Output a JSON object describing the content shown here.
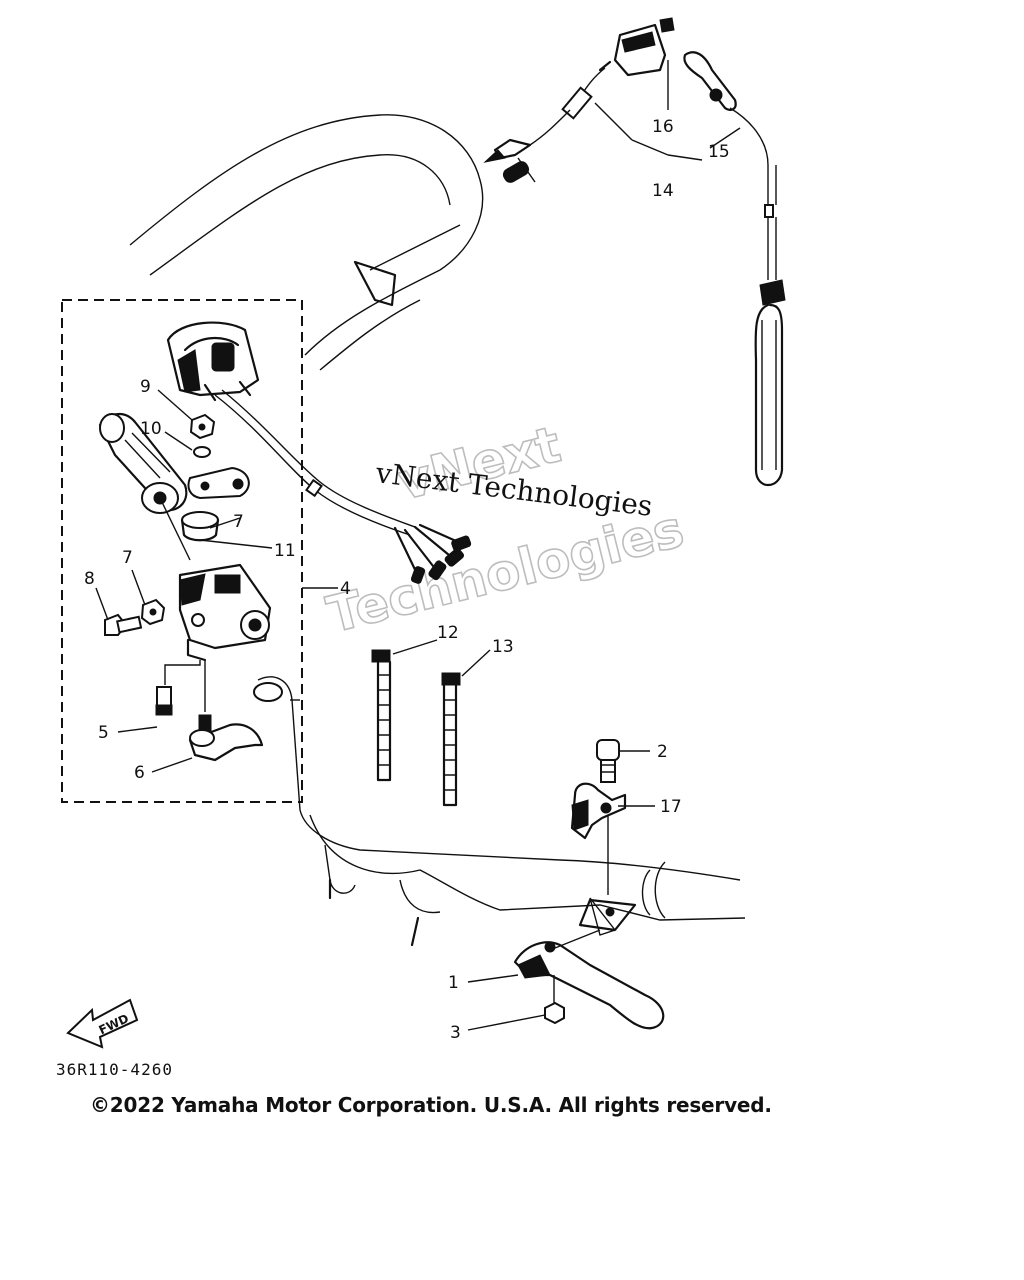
{
  "callouts": {
    "c1": "1",
    "c2": "2",
    "c3": "3",
    "c4": "4",
    "c5": "5",
    "c6": "6",
    "c7a": "7",
    "c7b": "7",
    "c8": "8",
    "c9": "9",
    "c10": "10",
    "c11": "11",
    "c12": "12",
    "c13": "13",
    "c14": "14",
    "c15": "15",
    "c16": "16",
    "c17": "17"
  },
  "fwd_label": "FWD",
  "diagram_code": "36R110-4260",
  "copyright": "©2022 Yamaha Motor Corporation. U.S.A. All rights reserved.",
  "watermark": {
    "line1": "vNext",
    "line2": "Technologies",
    "small": "vNext Technologies"
  }
}
